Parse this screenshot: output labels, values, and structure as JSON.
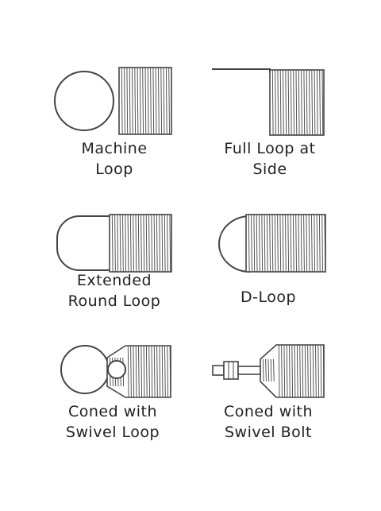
{
  "colors": {
    "stroke": "#444444",
    "text": "#222222",
    "background": "#ffffff"
  },
  "items": [
    {
      "id": "machine-loop",
      "line1": "Machine",
      "line2": "Loop"
    },
    {
      "id": "full-loop-at-side",
      "line1": "Full Loop at",
      "line2": "Side"
    },
    {
      "id": "extended-round-loop",
      "line1": "Extended",
      "line2": "Round Loop"
    },
    {
      "id": "d-loop",
      "line1": "D-Loop",
      "line2": ""
    },
    {
      "id": "coned-swivel-loop",
      "line1": "Coned with",
      "line2": "Swivel Loop"
    },
    {
      "id": "coned-swivel-bolt",
      "line1": "Coned with",
      "line2": "Swivel Bolt"
    }
  ]
}
